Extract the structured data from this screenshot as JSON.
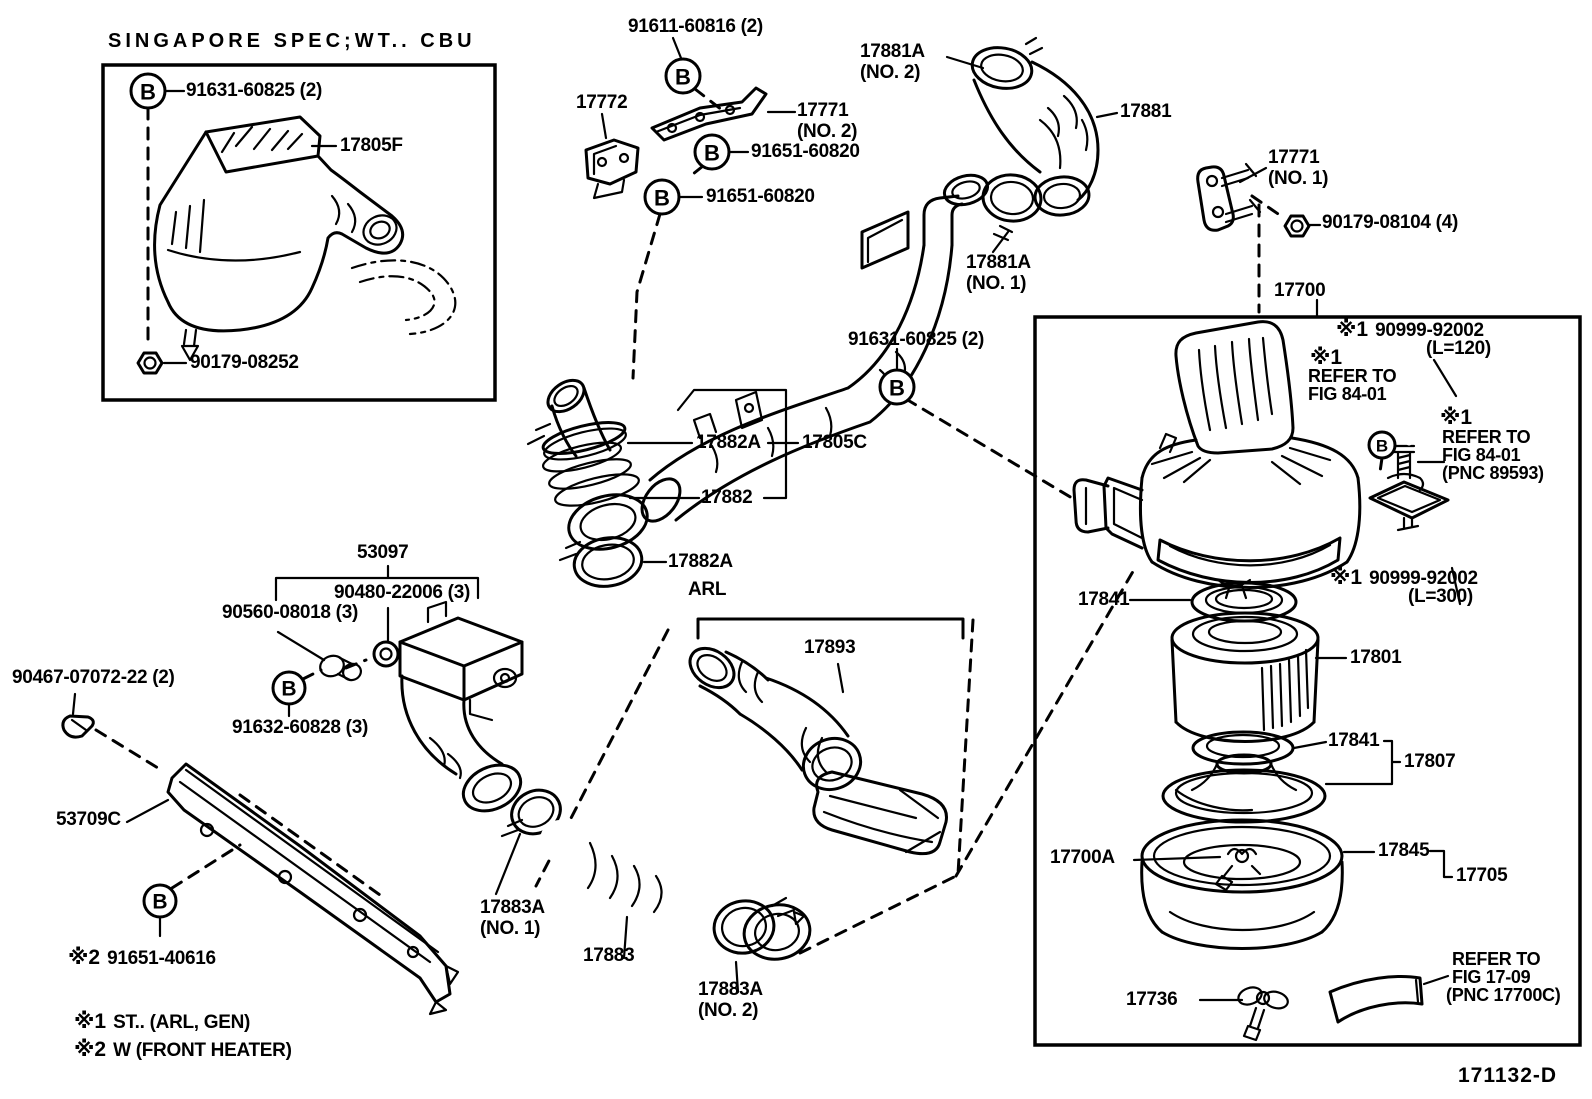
{
  "diagram": {
    "code": "171132-D",
    "connector_letter": "B",
    "note1_marker": "※1",
    "note2_marker": "※2",
    "footnote1": "ST.. (ARL, GEN)",
    "footnote2": "W (FRONT HEATER)"
  },
  "inset": {
    "title": "SINGAPORE SPEC;WT.. CBU",
    "bolt": "91631-60825 (2)",
    "part": "17805F",
    "nut": "90179-08252"
  },
  "labels": {
    "bolt_91611_60816": "91611-60816 (2)",
    "p17772": "17772",
    "p17771": "17771",
    "no1": "(NO. 1)",
    "no2": "(NO. 2)",
    "bolt_91651_60820": "91651-60820",
    "p17881A": "17881A",
    "p17881": "17881",
    "bolt_90179_08104": "90179-08104 (4)",
    "p17700": "17700",
    "bolt_91631_60825": "91631-60825 (2)",
    "p17882A": "17882A",
    "p17805C": "17805C",
    "p17882": "17882",
    "p53097": "53097",
    "bolt_90480_22006": "90480-22006 (3)",
    "bolt_90560_08018": "90560-08018 (3)",
    "bolt_91632_60828": "91632-60828 (3)",
    "bolt_90467_07072": "90467-07072-22 (2)",
    "p53709C": "53709C",
    "bolt_91651_40616": "91651-40616",
    "group_arl": "ARL",
    "p17893": "17893",
    "p17883A": "17883A",
    "p17883": "17883",
    "hose_90999_92002": "90999-92002",
    "len120": "(L=120)",
    "len300": "(L=300)",
    "refer_to": "REFER TO",
    "fig_84_01": "FIG 84-01",
    "pnc_89593": "(PNC 89593)",
    "fig_17_09": "FIG 17-09",
    "pnc_17700C": "(PNC 17700C)",
    "p17841": "17841",
    "p17801": "17801",
    "p17807": "17807",
    "p17700A": "17700A",
    "p17845": "17845",
    "p17705": "17705",
    "p17736": "17736"
  }
}
